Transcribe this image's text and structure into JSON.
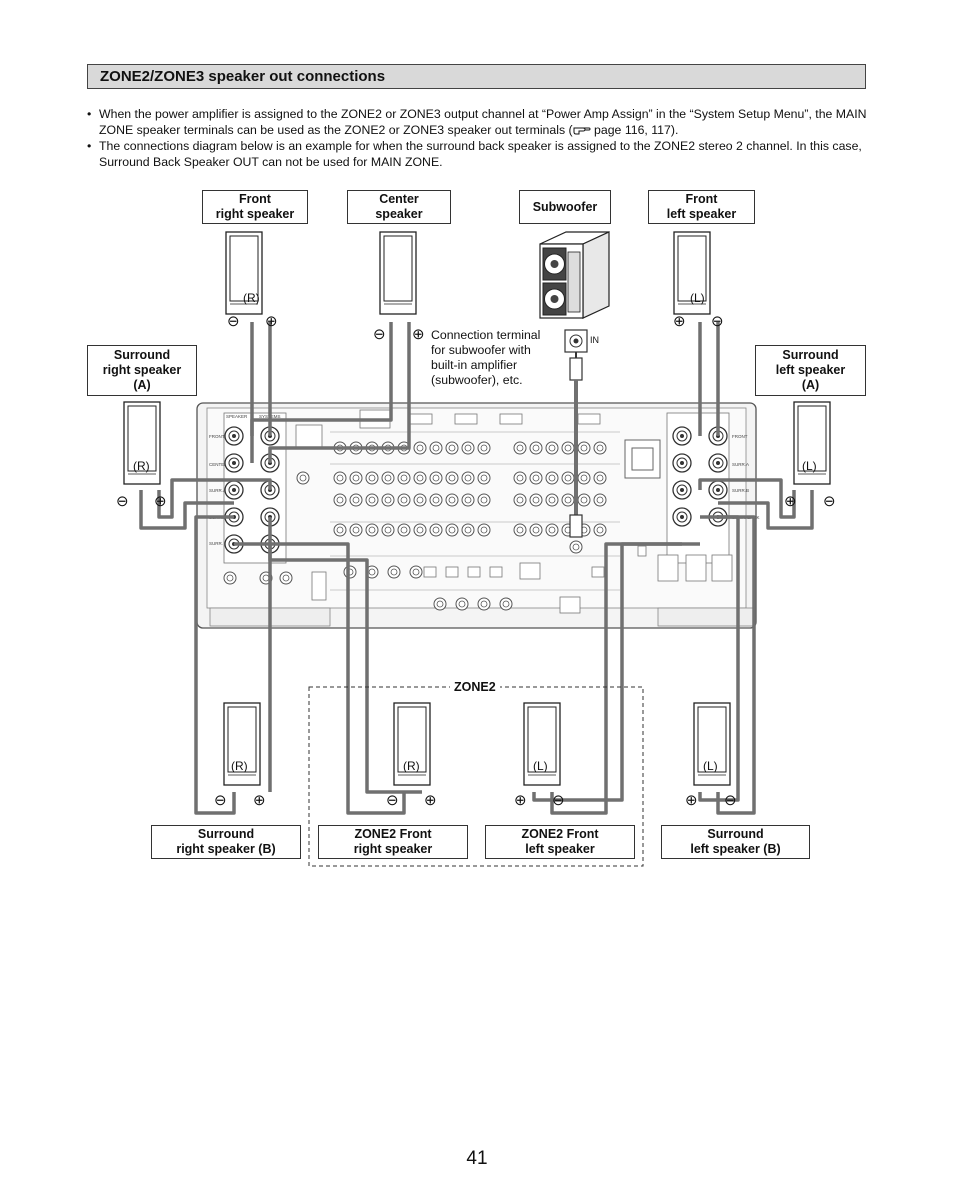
{
  "section_title": "ZONE2/ZONE3 speaker out connections",
  "bullets": [
    "When the power amplifier is assigned to the ZONE2 or ZONE3 output channel at “Power Amp Assign” in the “System Setup Menu”, the MAIN ZONE speaker terminals can be used as the ZONE2 or ZONE3 speaker out terminals (",
    " page 116, 117).",
    "The connections diagram below is an example for when the surround back speaker is assigned to the ZONE2 stereo 2 channel. In this case, Surround Back Speaker OUT can not be used for MAIN ZONE."
  ],
  "speakers": {
    "front_right": "Front\nright speaker",
    "center": "Center\nspeaker",
    "subwoofer": "Subwoofer",
    "front_left": "Front\nleft speaker",
    "surround_right_a": "Surround\nright speaker\n(A)",
    "surround_left_a": "Surround\nleft speaker\n(A)",
    "surround_right_b": "Surround\nright speaker (B)",
    "zone2_front_right": "ZONE2 Front\nright speaker",
    "zone2_front_left": "ZONE2 Front\nleft speaker",
    "surround_left_b": "Surround\nleft speaker (B)"
  },
  "channel_tags": {
    "right": "(R)",
    "left": "(L)"
  },
  "polarity": {
    "minus": "⊖",
    "plus": "⊕"
  },
  "subwoofer_note": "Connection terminal\nfor subwoofer with\nbuilt-in amplifier\n(subwoofer), etc.",
  "in_label": "IN",
  "zone2_label": "ZONE2",
  "receiver_labels": {
    "speaker": "SPEAKER",
    "systems": "SYSTEMS",
    "front": "FRONT",
    "center": "CENTER",
    "surr_a": "SURR.A",
    "surr_b": "SURR.B",
    "surr_back": "SURR. BACK"
  },
  "page_number": "41",
  "colors": {
    "wire": "#707070",
    "box_border": "#333333",
    "header_bg": "#d9d9d9"
  },
  "icons": {
    "reference": "hand-pointer-icon"
  }
}
